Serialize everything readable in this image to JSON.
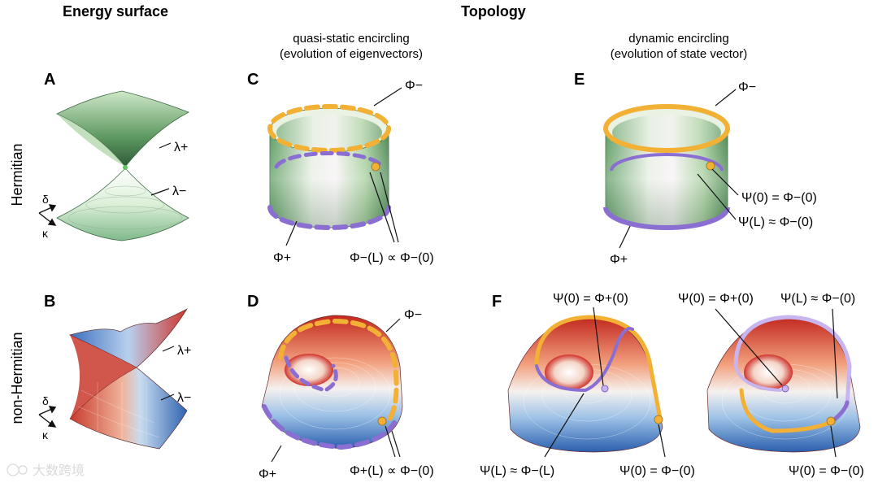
{
  "headers": {
    "energy": "Energy surface",
    "topology": "Topology",
    "col_quasi_1": "quasi-static encircling",
    "col_quasi_2": "(evolution of eigenvectors)",
    "col_dyn_1": "dynamic encircling",
    "col_dyn_2": "(evolution of state vector)"
  },
  "rows": {
    "hermitian": "Hermitian",
    "non_hermitian": "non-Hermitian"
  },
  "panels": {
    "A": "A",
    "B": "B",
    "C": "C",
    "D": "D",
    "E": "E",
    "F": "F"
  },
  "labels": {
    "a_lambda_plus": "λ+",
    "a_lambda_minus": "λ−",
    "b_lambda_plus": "λ+",
    "b_lambda_minus": "λ−",
    "a_delta": "δ",
    "a_kappa": "κ",
    "b_delta": "δ",
    "b_kappa": "κ",
    "c_phi_minus": "Φ−",
    "c_phi_plus": "Φ+",
    "c_relation": "Φ−(L) ∝ Φ−(0)",
    "e_phi_minus": "Φ−",
    "e_phi_plus": "Φ+",
    "e_psi0": "Ψ(0) = Φ−(0)",
    "e_psiL": "Ψ(L) ≈ Φ−(0)",
    "d_phi_minus": "Φ−",
    "d_phi_plus": "Φ+",
    "d_relation": "Φ+(L) ∝ Φ−(0)",
    "f1_top": "Ψ(0) = Φ+(0)",
    "f1_bottom_left": "Ψ(L) ≈ Φ−(L)",
    "f1_bottom_right": "Ψ(0) = Φ−(0)",
    "f2_top_left": "Ψ(0) = Φ+(0)",
    "f2_top_right": "Ψ(L) ≈ Φ−(0)",
    "f2_bottom": "Ψ(0) = Φ−(0)"
  },
  "watermark": "大数跨境",
  "colors": {
    "hermitian_green": "#7fb98a",
    "nh_red": "#d0342c",
    "nh_blue": "#3d78c4",
    "gold": "#f2b035",
    "purple": "#8a6ed1"
  }
}
